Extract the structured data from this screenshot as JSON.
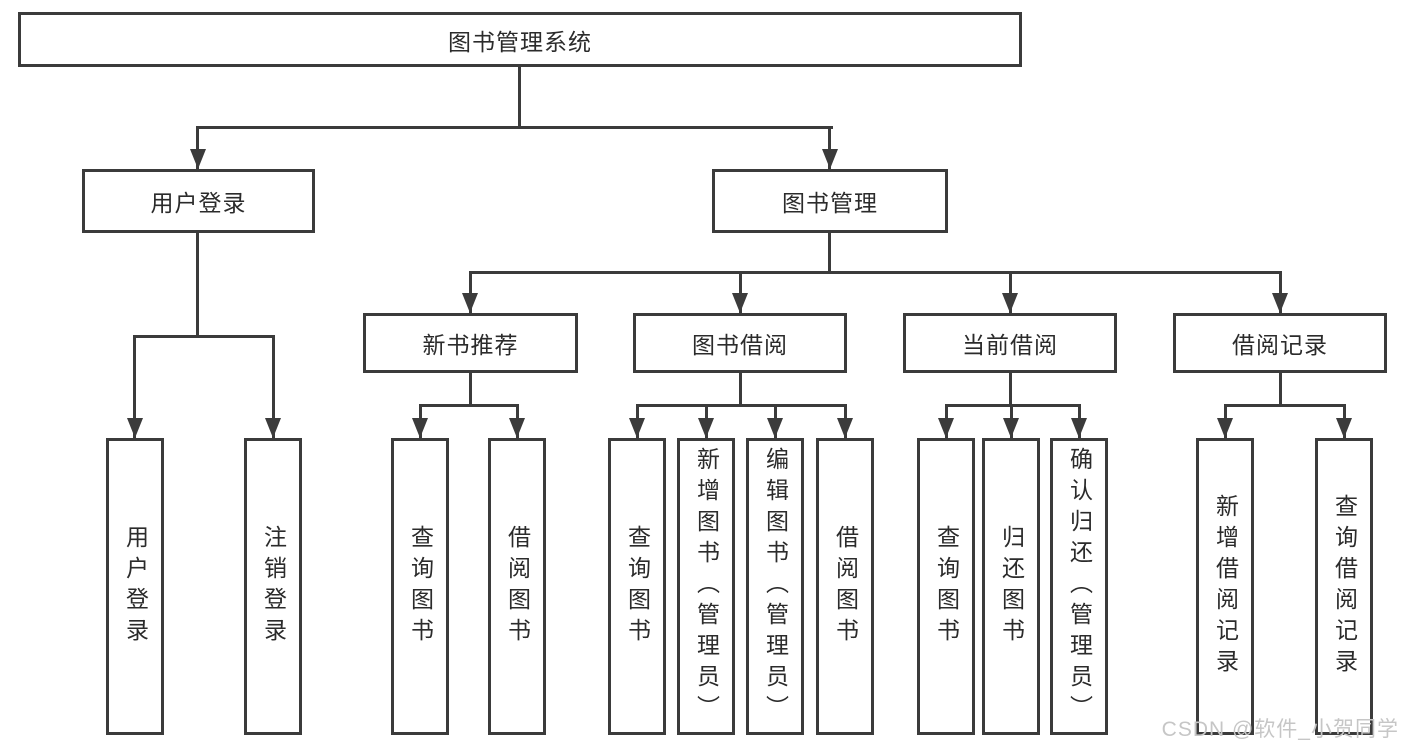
{
  "colors": {
    "line": "#3b3b3b",
    "text": "#2b2b2b",
    "watermark_color": "#c6c6c6",
    "background": "#ffffff"
  },
  "diagram": {
    "root": {
      "label": "图书管理系统"
    },
    "branches": {
      "user_login": {
        "label": "用户登录",
        "children": [
          {
            "label": "用户登录"
          },
          {
            "label": "注销登录"
          }
        ]
      },
      "book_management": {
        "label": "图书管理",
        "children": [
          {
            "label": "新书推荐",
            "children": [
              {
                "label": "查询图书"
              },
              {
                "label": "借阅图书"
              }
            ]
          },
          {
            "label": "图书借阅",
            "children": [
              {
                "label": "查询图书"
              },
              {
                "label": "新增图书（管理员）"
              },
              {
                "label": "编辑图书（管理员）"
              },
              {
                "label": "借阅图书"
              }
            ]
          },
          {
            "label": "当前借阅",
            "children": [
              {
                "label": "查询图书"
              },
              {
                "label": "归还图书"
              },
              {
                "label": "确认归还（管理员）"
              }
            ]
          },
          {
            "label": "借阅记录",
            "children": [
              {
                "label": "新增借阅记录"
              },
              {
                "label": "查询借阅记录"
              }
            ]
          }
        ]
      }
    }
  },
  "watermark": {
    "text": "CSDN @软件_小贺同学"
  }
}
